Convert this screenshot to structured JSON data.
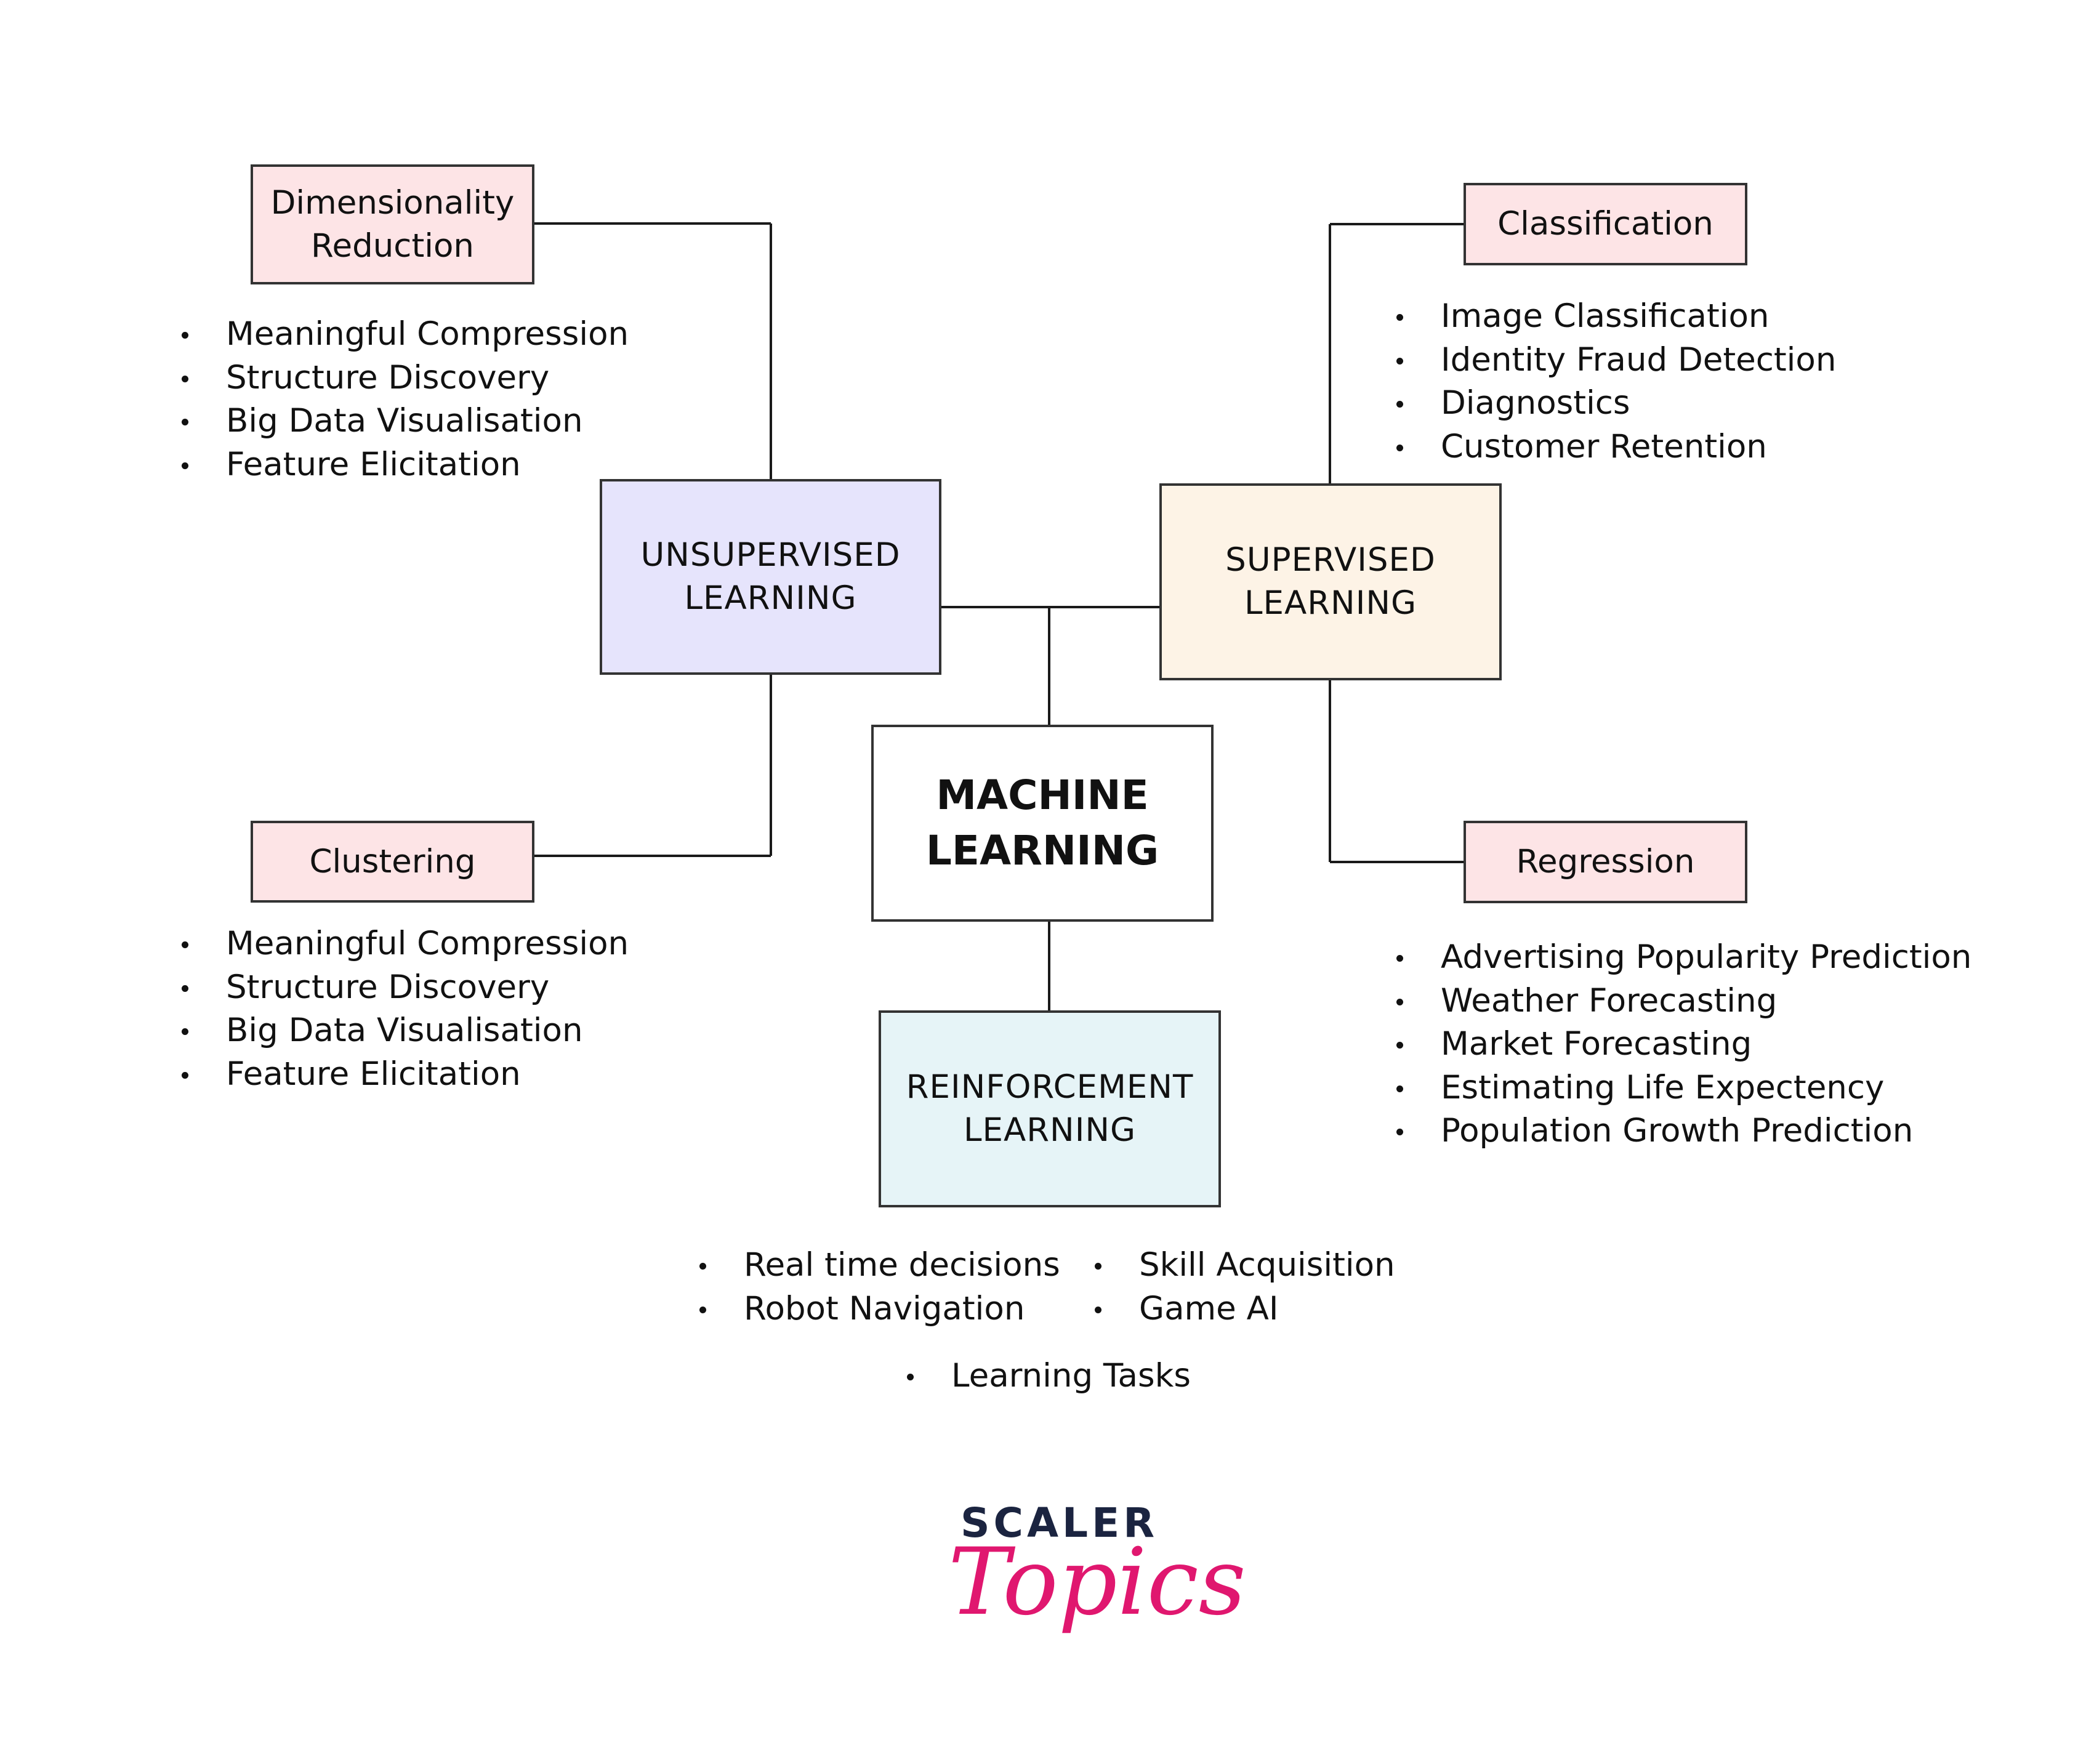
{
  "diagram": {
    "center": {
      "line1": "MACHINE",
      "line2": "LEARNING"
    },
    "unsupervised": {
      "line1": "UNSUPERVISED",
      "line2": "LEARNING",
      "color": "#e6e4fc",
      "dimensionality_reduction": {
        "line1": "Dimensionality",
        "line2": "Reduction",
        "items": [
          "Meaningful Compression",
          "Structure Discovery",
          "Big Data Visualisation",
          "Feature Elicitation"
        ]
      },
      "clustering": {
        "label": "Clustering",
        "items": [
          "Meaningful Compression",
          "Structure Discovery",
          "Big Data Visualisation",
          "Feature Elicitation"
        ]
      }
    },
    "supervised": {
      "line1": "SUPERVISED",
      "line2": "LEARNING",
      "color": "#fdf3e6",
      "classification": {
        "label": "Classification",
        "items": [
          "Image Classification",
          "Identity Fraud Detection",
          "Diagnostics",
          "Customer Retention"
        ]
      },
      "regression": {
        "label": "Regression",
        "items": [
          "Advertising Popularity Prediction",
          "Weather Forecasting",
          "Market Forecasting",
          "Estimating Life Expectency",
          "Population Growth Prediction"
        ]
      }
    },
    "reinforcement": {
      "line1": "REINFORCEMENT",
      "line2": "LEARNING",
      "color": "#e6f4f7",
      "items_left": [
        "Real time decisions",
        "Robot Navigation"
      ],
      "items_right": [
        "Skill Acquisition",
        "Game AI"
      ],
      "items_bottom": [
        "Learning Tasks"
      ]
    },
    "leaf_color": "#fde4e6"
  },
  "logo": {
    "top": "SCALER",
    "script": "Topics"
  }
}
